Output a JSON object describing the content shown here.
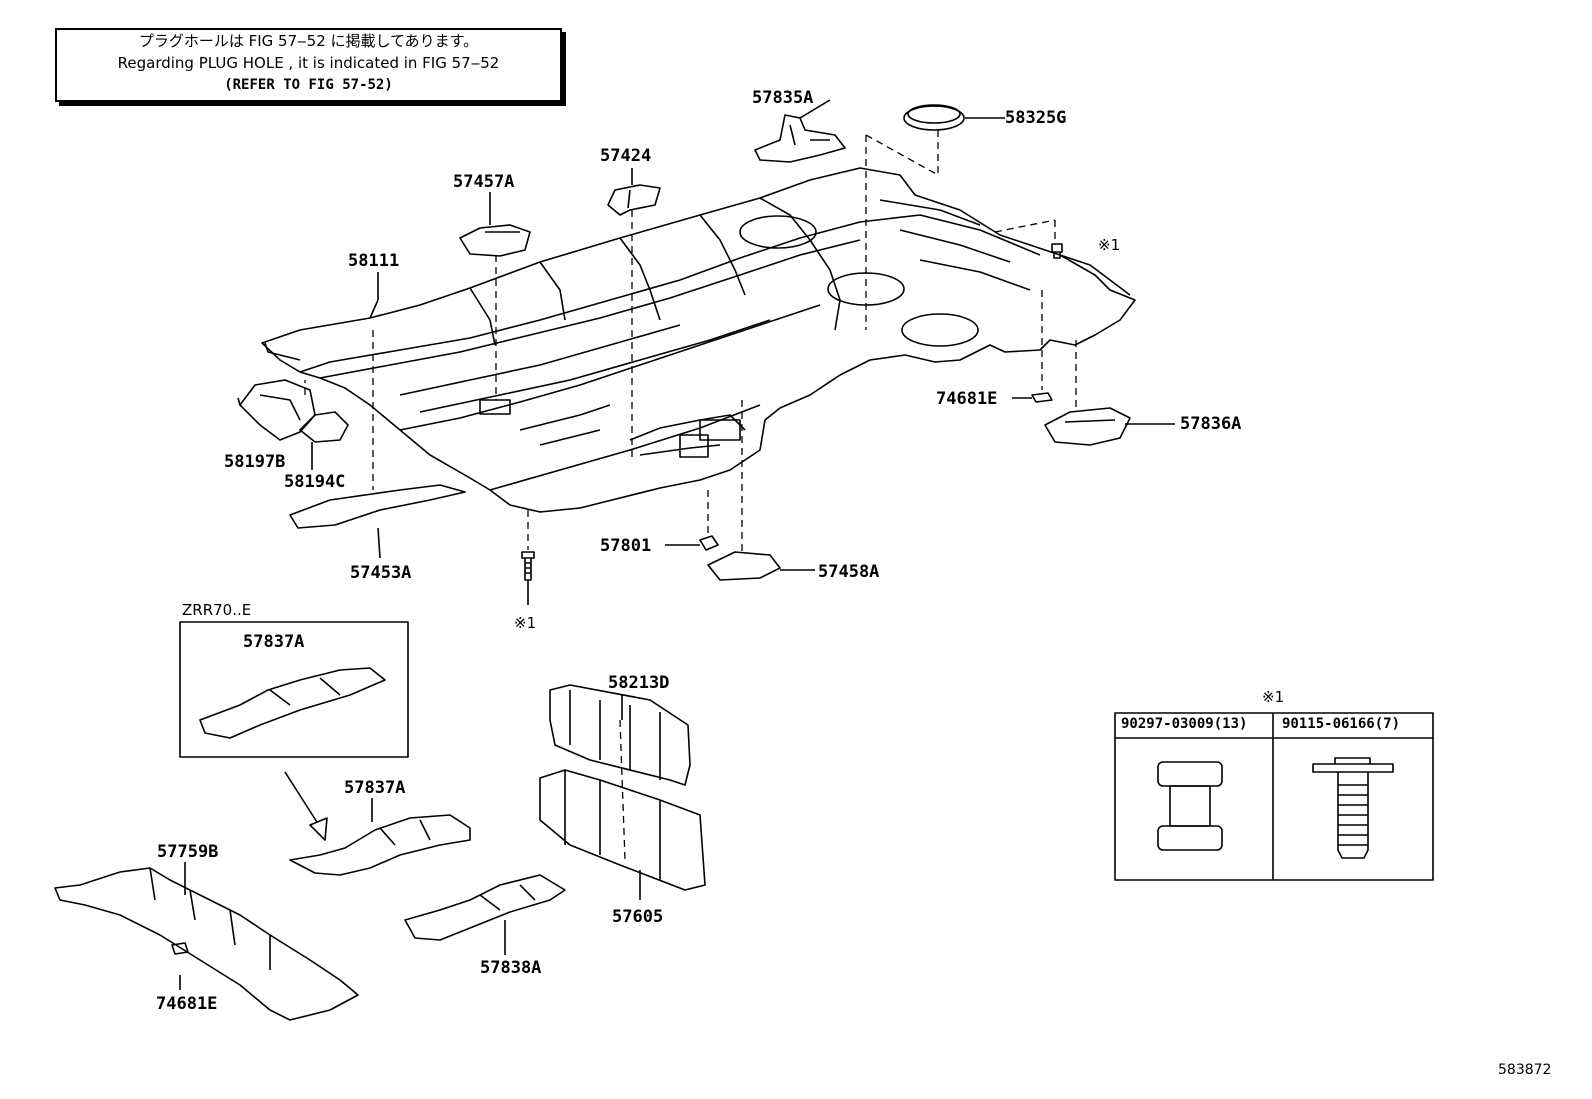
{
  "note": {
    "line1": "プラグホールは FIG  57‒52 に掲載してあります。",
    "line2": "Regarding  PLUG  HOLE , it is indicated in  FIG  57‒52",
    "line3": "(REFER TO FIG 57-52)"
  },
  "labels": {
    "p57835A": "57835A",
    "p58325G": "58325G",
    "p57424": "57424",
    "p57457A": "57457A",
    "p58111": "58111",
    "ref1_right": "※1",
    "p74681E_top": "74681E",
    "p57836A": "57836A",
    "p58197B": "58197B",
    "p58194C": "58194C",
    "p57453A": "57453A",
    "p57801": "57801",
    "p57458A": "57458A",
    "ref1_bottom": "※1",
    "zrr": "ZRR70..E",
    "p57837A_box": "57837A",
    "p58213D": "58213D",
    "p57837A": "57837A",
    "p57759B": "57759B",
    "p57605": "57605",
    "p57838A": "57838A",
    "p74681E_bottom": "74681E",
    "figure_id": "583872"
  },
  "fastener_table": {
    "ref": "※1",
    "col1": "90297-03009(13)",
    "col2": "90115-06166(7)"
  }
}
